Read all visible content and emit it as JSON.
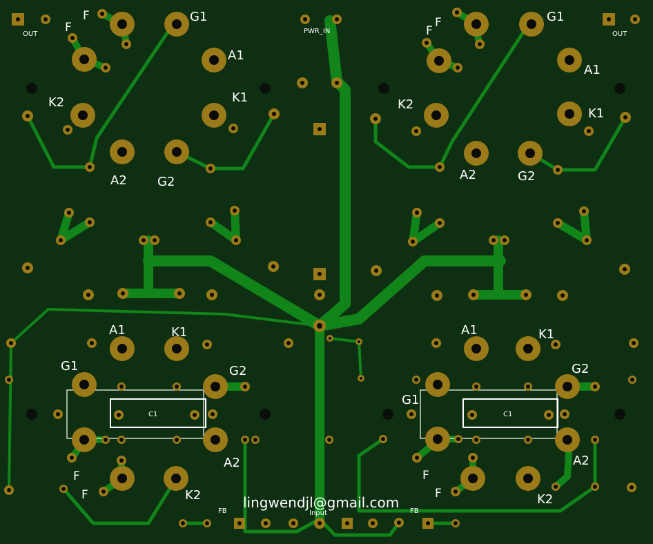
{
  "board": {
    "colors": {
      "background": "#0f2f12",
      "trace": "#11841a",
      "pad_ring": "#9b7a1a",
      "hole": "#0b0b0b",
      "silkscreen": "#ffffff",
      "mount_hole": "#0a0f0a"
    },
    "labels": {
      "out_left": "OUT",
      "out_right": "OUT",
      "pwr_in": "PWR_IN",
      "email": "lingwendjl@gmail.com",
      "input": "Input",
      "fb_left": "FB",
      "fb_right": "FB",
      "c1_left": "C1",
      "c1_right": "C1"
    },
    "tube_pins": [
      {
        "id": "tl",
        "F1": "F",
        "F2": "F",
        "G1": "G1",
        "A1": "A1",
        "K2": "K2",
        "K1": "K1",
        "A2": "A2",
        "G2": "G2"
      },
      {
        "id": "tr",
        "F1": "F",
        "F2": "F",
        "G1": "G1",
        "A1": "A1",
        "K2": "K2",
        "K1": "K1",
        "A2": "A2",
        "G2": "G2"
      },
      {
        "id": "bl",
        "A1": "A1",
        "K1": "K1",
        "G1": "G1",
        "G2": "G2",
        "A2": "A2",
        "F1": "F",
        "F2": "F",
        "K2": "K2"
      },
      {
        "id": "br",
        "A1": "A1",
        "K1": "K1",
        "G1": "G1",
        "G2": "G2",
        "A2": "A2",
        "F1": "F",
        "F2": "F",
        "K2": "K2"
      }
    ]
  }
}
